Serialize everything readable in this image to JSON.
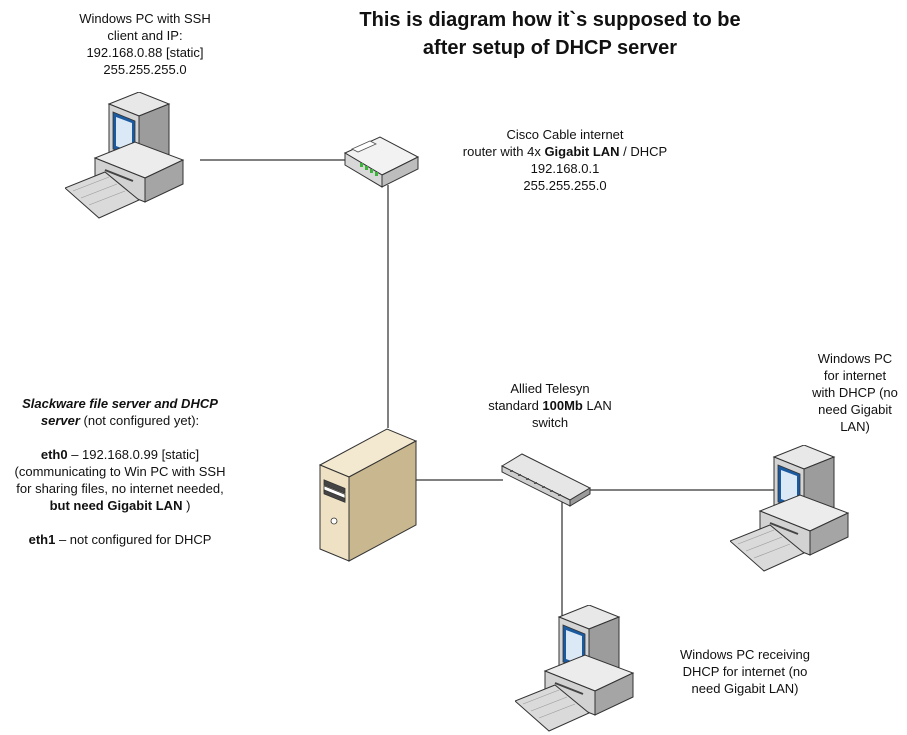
{
  "title": {
    "line1": "This is diagram how it`s supposed to be",
    "line2": "after setup of DHCP server"
  },
  "ssh_pc": {
    "line1": "Windows PC with SSH",
    "line2": "client and IP:",
    "line3": "192.168.0.88 [static]",
    "line4": "255.255.255.0"
  },
  "router": {
    "line1": "Cisco Cable internet",
    "line2_pre": "router with 4x ",
    "line2_bold": "Gigabit LAN",
    "line2_post": " / DHCP",
    "line3": "192.168.0.1",
    "line4": "255.255.255.0"
  },
  "switch": {
    "line1": "Allied Telesyn",
    "line2_pre": "standard ",
    "line2_bold": "100Mb",
    "line2_post": " LAN",
    "line3": "switch"
  },
  "server": {
    "title_line1": "Slackware file server and DHCP",
    "title_line2_it": "server",
    "title_line2_rest": " (not configured yet):",
    "eth0_label": "eth0",
    "eth0_rest": " – 192.168.0.99 [static]",
    "eth0_d1": "(communicating to Win PC with SSH",
    "eth0_d2": "for sharing files, no internet needed,",
    "eth0_d3_bold": "but need Gigabit LAN",
    "eth0_d3_post": " )",
    "eth1_label": "eth1",
    "eth1_rest": " – not configured for DHCP"
  },
  "right_pc": {
    "line1": "Windows PC",
    "line2": "for internet",
    "line3": "with DHCP (no",
    "line4": "need Gigabit",
    "line5": "LAN)"
  },
  "bottom_pc": {
    "line1": "Windows PC receiving",
    "line2": "DHCP for internet (no",
    "line3": "need Gigabit LAN)"
  }
}
